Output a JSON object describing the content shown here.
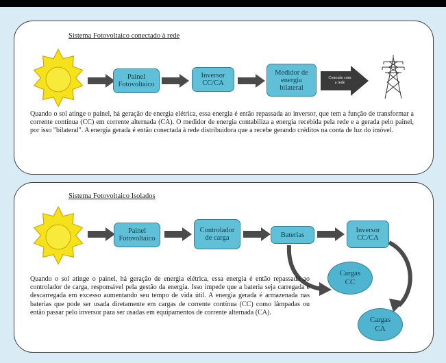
{
  "connected": {
    "title": "Sistema Fotovoltaico conectado à rede",
    "nodes": {
      "panel": "Painel\nFotovoltaico",
      "inverter": "Inversor\nCC/CA",
      "meter": "Medidor de\nenergia\nbilateral",
      "grid_arrow": "Conexão com\na rede"
    },
    "description": "Quando o sol atinge o painel, há geração de energia elétrica, essa energia é então repassada ao inversor, que tem a função de transformar a corrente contínua (CC) em corrente alternada (CA). O medidor de energia contabiliza a energia recebida pela rede e a gerada pelo painel, por isso \"bilateral\". A energia gerada é então conectada à rede distribuidora que a recebe gerando créditos na conta de luz do imóvel."
  },
  "isolated": {
    "title": "Sistema Fotovoltaico Isolados",
    "nodes": {
      "panel": "Painel\nFotovoltaico",
      "controller": "Controlador\nde carga",
      "batteries": "Baterias",
      "inverter": "Inversor\nCC/CA",
      "loads_cc": "Cargas\nCC",
      "loads_ca": "Cargas\nCA"
    },
    "description": "Quando o sol atinge o painel, há geração de energia elétrica, essa energia é então repassada ao controlador de carga, responsável pela gestão da energia. Isso impede que a bateria seja carregada e descarregada em excesso aumentando seu tempo de vida útil. A energia gerada é armazenada nas baterias que pode ser usada diretamente em cargas de corrente contínua (CC) como lâmpadas ou então passar pelo inversor para ser usadas em equipamentos de corrente alternada (CA)."
  },
  "colors": {
    "background": "#d9ecf5",
    "node_fill": "#5fc0d7",
    "node_border": "#2f7f98",
    "sun": "#f4e21c",
    "arrow": "#4a4a4a"
  },
  "icons": [
    "sun-icon",
    "arrow-icon",
    "transmission-tower-icon",
    "curved-arrow-icon"
  ]
}
